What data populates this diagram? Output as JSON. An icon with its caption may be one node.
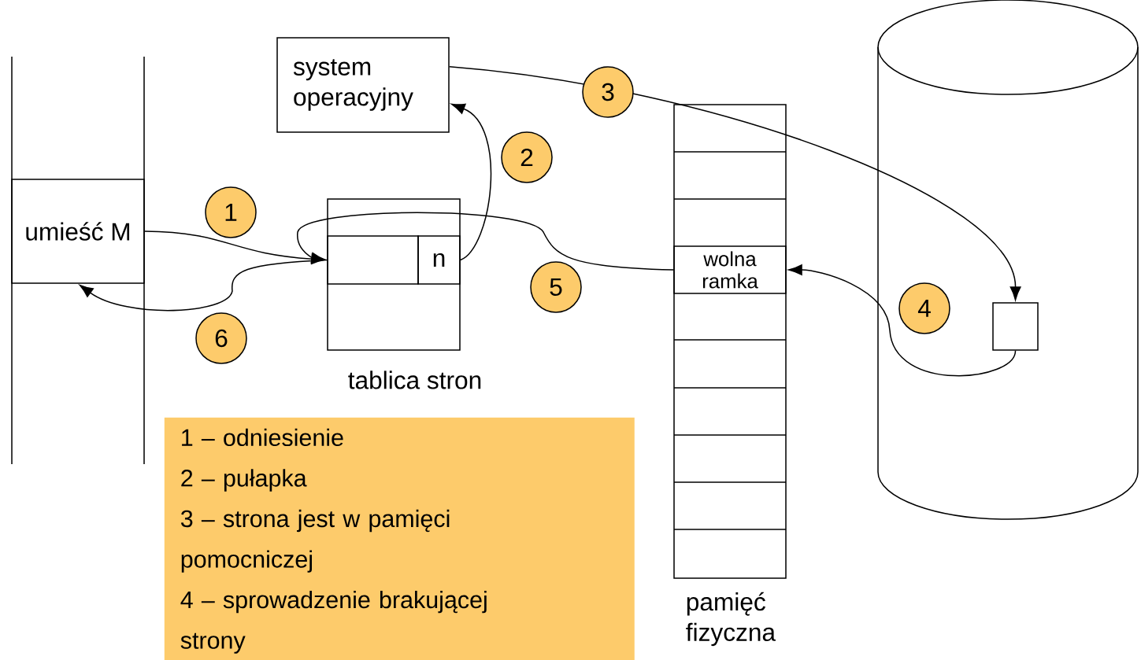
{
  "diagram": {
    "nodes": [
      {
        "text": [
          "umieść M"
        ]
      },
      {
        "text": [
          "system operacyjny"
        ]
      },
      {
        "text": [],
        "shape": "box",
        "beside": [
          "tablica stron"
        ]
      },
      {
        "text": [],
        "shape": "box",
        "in": 2
      },
      {
        "text": [
          "n"
        ],
        "in": 2
      },
      {
        "text": [],
        "shape": "box",
        "beside": [
          "pamięć fizyczna"
        ]
      },
      {
        "text": [
          "wolna ramka"
        ],
        "in": 5
      },
      {
        "text": [],
        "shape": "cylinder"
      },
      {
        "text": [],
        "shape": "box",
        "in": 7
      },
      {
        "text": [
          "1 – odniesienie",
          "2 – pułapka",
          "3 – strona jest w pamięci pomocniczej",
          "4 – sprowadzenie brakującej strony"
        ]
      }
    ],
    "edges": [
      {
        "from": 0,
        "to": 3,
        "arrow": "to",
        "label": "1"
      },
      {
        "from": 4,
        "to": 1,
        "arrow": "to",
        "label": "2"
      },
      {
        "from": 1,
        "to": 8,
        "arrow": "to",
        "label": "3"
      },
      {
        "from": 8,
        "to": 6,
        "arrow": "to",
        "label": "4"
      },
      {
        "from": 6,
        "to": 3,
        "arrow": "to",
        "label": "5"
      },
      {
        "from": 3,
        "to": 0,
        "arrow": "to",
        "label": "6"
      }
    ]
  }
}
